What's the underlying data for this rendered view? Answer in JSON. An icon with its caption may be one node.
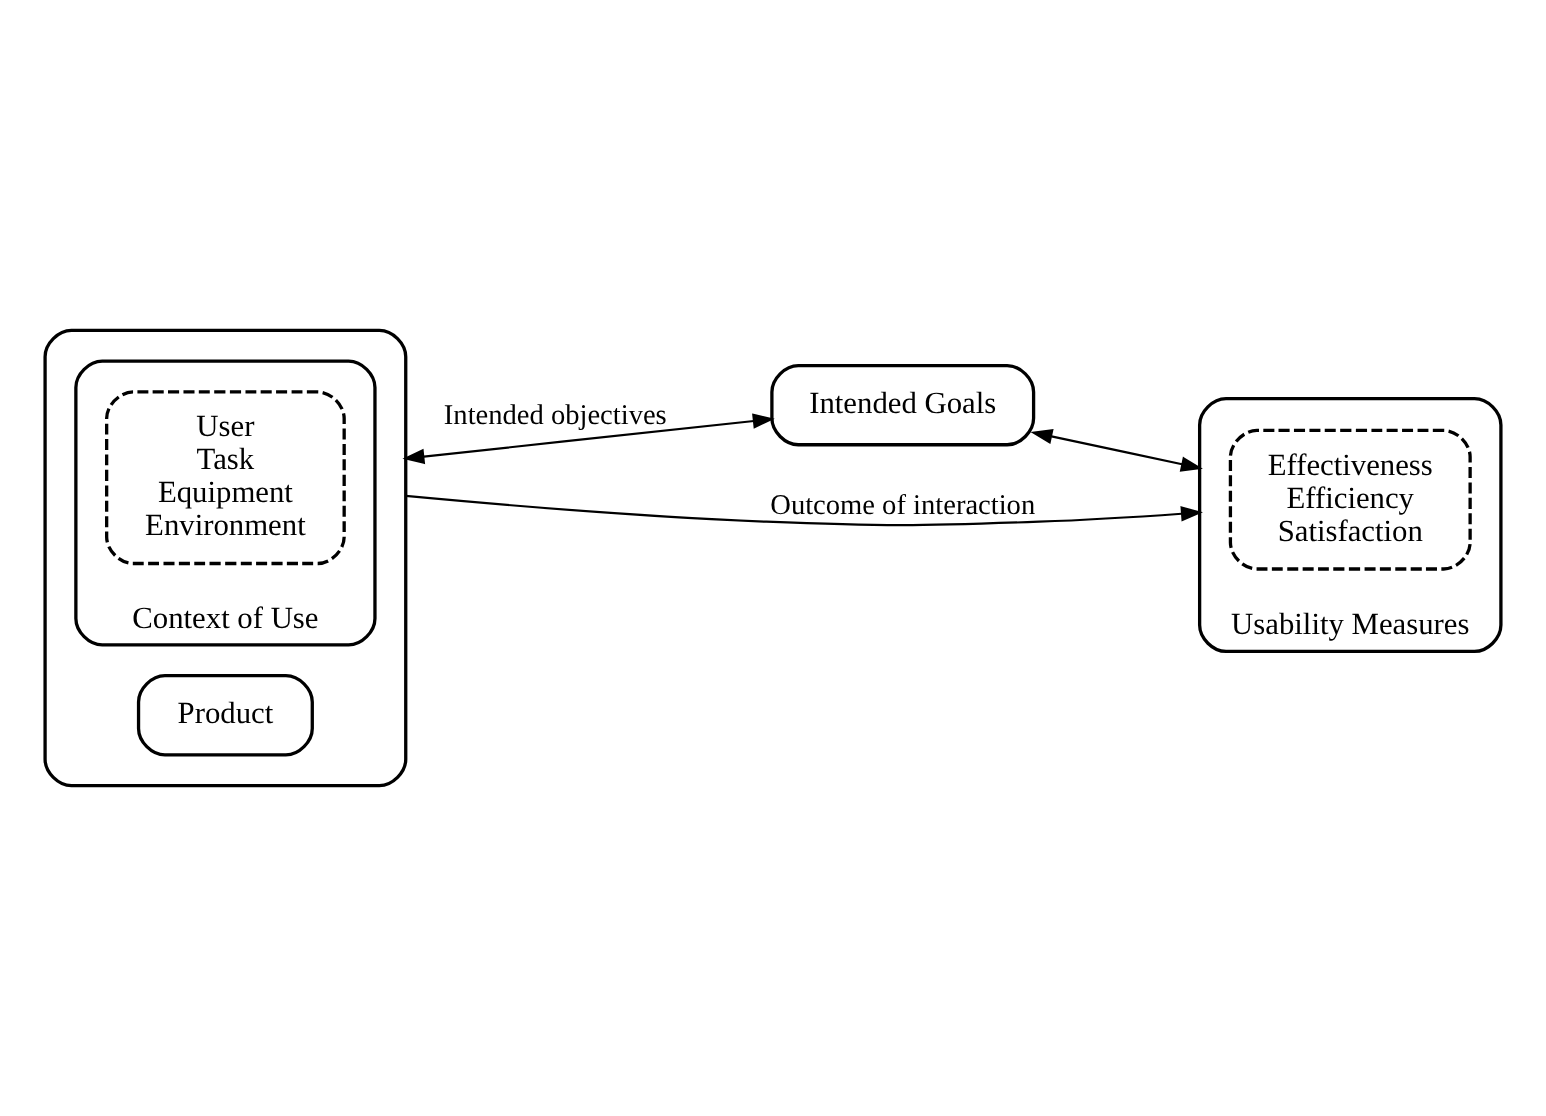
{
  "diagram": {
    "nodes": [
      {
        "text": [],
        "shape": "box"
      },
      {
        "text": [
          "Context of Use"
        ],
        "in": 0
      },
      {
        "text": [
          "User",
          "Task",
          "Equipment",
          "Environment"
        ],
        "in": 1
      },
      {
        "text": [
          "Product"
        ],
        "in": 0
      },
      {
        "text": [
          "Intended Goals"
        ]
      },
      {
        "text": [
          "Usability Measures"
        ]
      },
      {
        "text": [
          "Effectiveness",
          "Efficiency",
          "Satisfaction"
        ],
        "in": 5
      }
    ],
    "edges": [
      {
        "from": 0,
        "to": 4,
        "arrow": "both",
        "label": "Intended objectives"
      },
      {
        "from": 4,
        "to": 5,
        "arrow": "both"
      },
      {
        "from": 0,
        "to": 5,
        "arrow": "to",
        "label": "Outcome of interaction"
      }
    ]
  }
}
